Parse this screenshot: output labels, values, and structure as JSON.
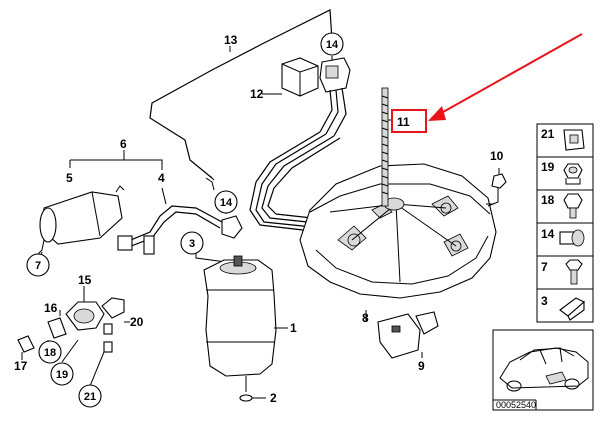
{
  "labels": {
    "p1": "1",
    "p2": "2",
    "p3": "3",
    "p4": "4",
    "p5": "5",
    "p6": "6",
    "p7": "7",
    "p8": "8",
    "p9": "9",
    "p10": "10",
    "p11": "11",
    "p12": "12",
    "p13": "13",
    "p14a": "14",
    "p14b": "14",
    "p15": "15",
    "p16": "16",
    "p17": "17",
    "p18": "18",
    "p19": "19",
    "p20": "20",
    "p21": "21"
  },
  "side_panel": {
    "items": [
      {
        "label": "21",
        "icon": "clip-nut-icon"
      },
      {
        "label": "19",
        "icon": "hex-nut-icon"
      },
      {
        "label": "18",
        "icon": "hex-bolt-icon"
      },
      {
        "label": "14",
        "icon": "fitting-icon"
      },
      {
        "label": "7",
        "icon": "bolt-icon"
      },
      {
        "label": "3",
        "icon": "bracket-clip-icon"
      }
    ]
  },
  "reference": {
    "number": "00052540"
  },
  "highlight": {
    "color": "#e8141a"
  }
}
